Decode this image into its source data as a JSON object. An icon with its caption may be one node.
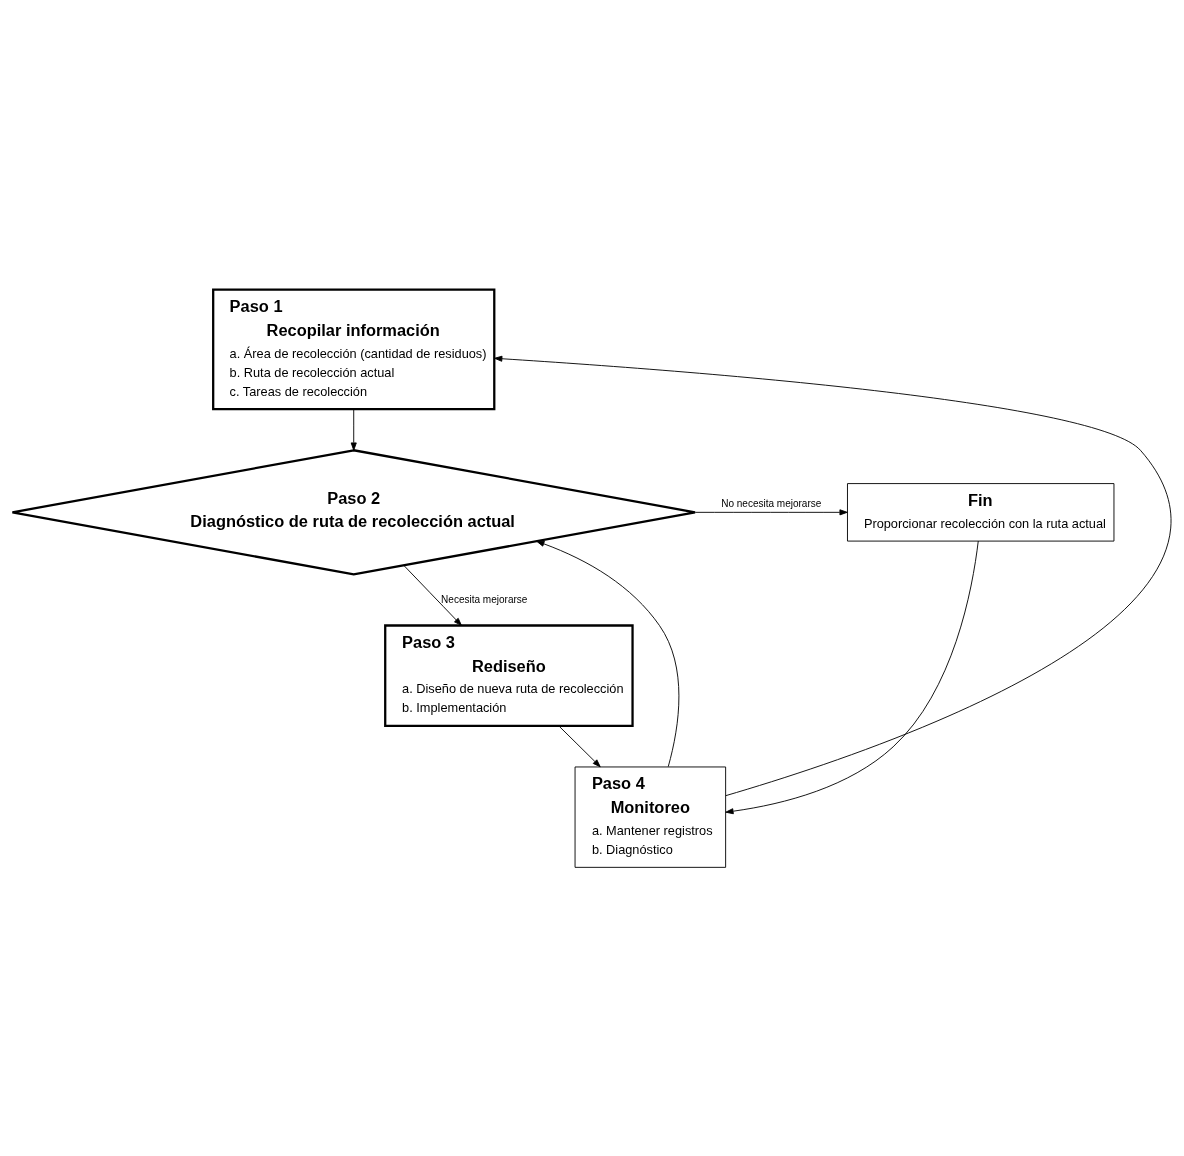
{
  "diagram": {
    "nodes": [
      {
        "text": [
          "Paso 1",
          "Recopilar información",
          "a. Área de recolección (cantidad de residuos)",
          "b. Ruta de recolección actual",
          "c. Tareas de recolección"
        ]
      },
      {
        "text": [
          "Paso 2",
          "Diagnóstico de ruta de recolección actual"
        ]
      },
      {
        "text": [
          "Fin",
          "Proporcionar recolección con la ruta actual"
        ]
      },
      {
        "text": [
          "Paso 3",
          "Rediseño",
          "a. Diseño de nueva ruta de recolección",
          "b. Implementación"
        ]
      },
      {
        "text": [
          "Paso 4",
          "Monitoreo",
          "a. Mantener registros",
          "b. Diagnóstico"
        ]
      }
    ],
    "edges": [
      {
        "from": 0,
        "to": 1,
        "arrow": "to"
      },
      {
        "from": 1,
        "to": 2,
        "arrow": "to",
        "label": "No necesita mejorarse"
      },
      {
        "from": 1,
        "to": 3,
        "arrow": "to",
        "label": "Necesita mejorarse"
      },
      {
        "from": 3,
        "to": 4,
        "arrow": "to"
      },
      {
        "from": 2,
        "to": 4,
        "arrow": "to"
      },
      {
        "from": 4,
        "to": 0,
        "arrow": "to"
      },
      {
        "from": 4,
        "to": 1,
        "arrow": "to"
      }
    ]
  }
}
